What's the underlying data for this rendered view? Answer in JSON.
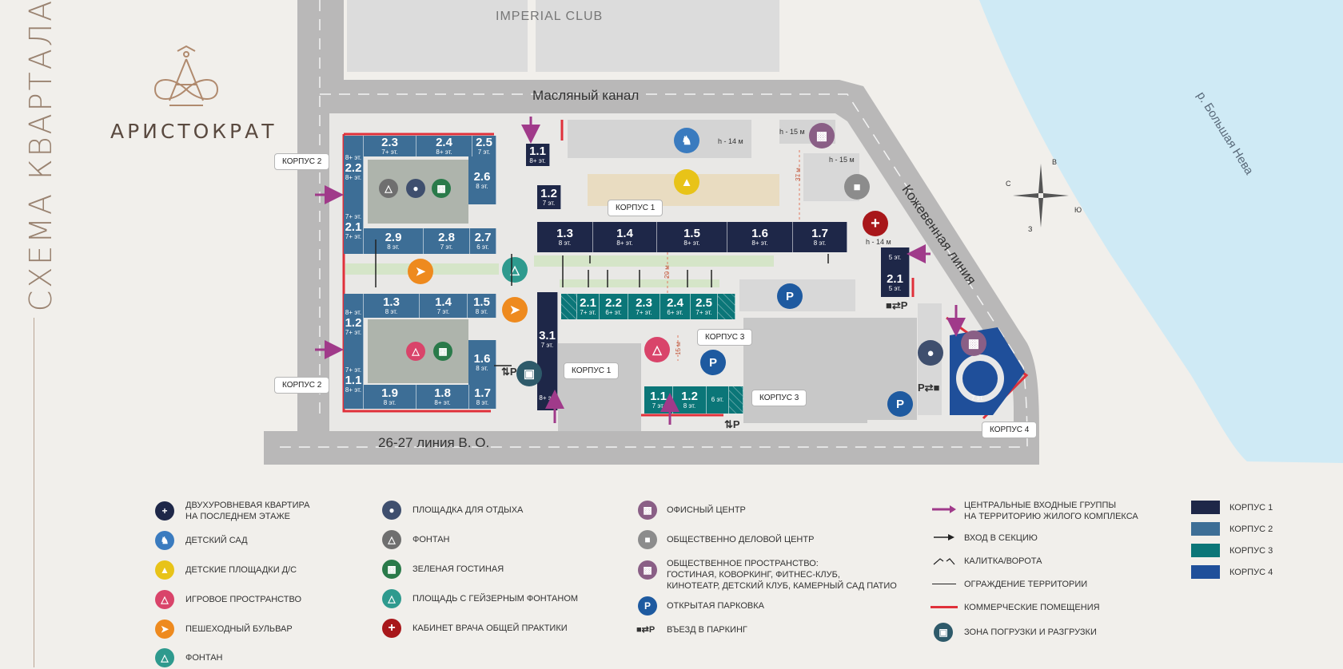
{
  "title": "СХЕМА КВАРТАЛА",
  "brand": "АРИСТОКРАТ",
  "places": {
    "imperial": "IMPERIAL CLUB",
    "street_top": "Масляный канал",
    "street_bottom": "26-27 линия В. О.",
    "street_right": "Кожевенная линия",
    "river": "р. Большая Нева"
  },
  "compass": {
    "n": "В",
    "s": "З",
    "w": "С",
    "e": "Ю"
  },
  "callouts": {
    "korpus1": "КОРПУС 1",
    "korpus2": "КОРПУС 2",
    "korpus3": "КОРПУС 3",
    "korpus4": "КОРПУС 4"
  },
  "heights": {
    "h14": "h - 14 м",
    "h15": "h - 15 м",
    "d37": "37 м",
    "d20": "20 м",
    "d15": "15 м"
  },
  "parking_letter": "P",
  "korpus2_top": {
    "b23": {
      "n": "2.3",
      "f": "7+ эт."
    },
    "b24": {
      "n": "2.4",
      "f": "8+ эт."
    },
    "b25": {
      "n": "2.5",
      "f": "7 эт."
    },
    "b22": {
      "n": "2.2",
      "f": "8+ эт."
    },
    "b26": {
      "n": "2.6",
      "f": "8 эт."
    },
    "b21": {
      "n": "2.1",
      "f": "7+ эт."
    },
    "b29": {
      "n": "2.9",
      "f": "8 эт."
    },
    "b28": {
      "n": "2.8",
      "f": "7 эт."
    },
    "b27": {
      "n": "2.7",
      "f": "6 эт."
    },
    "f22a": "8+ эт.",
    "f21a": "7+ эт."
  },
  "korpus2_bottom": {
    "b13": {
      "n": "1.3",
      "f": "8 эт."
    },
    "b14": {
      "n": "1.4",
      "f": "7 эт."
    },
    "b15": {
      "n": "1.5",
      "f": "8 эт."
    },
    "b12": {
      "n": "1.2",
      "f": "7+ эт."
    },
    "b16": {
      "n": "1.6",
      "f": "8 эт."
    },
    "b11": {
      "n": "1.1",
      "f": "8+ эт."
    },
    "b19": {
      "n": "1.9",
      "f": "8 эт."
    },
    "b18": {
      "n": "1.8",
      "f": "8+ эт."
    },
    "b17": {
      "n": "1.7",
      "f": "8 эт."
    },
    "f12a": "8+ эт.",
    "f11a": "7+ эт."
  },
  "korpus1": {
    "b11": {
      "n": "1.1",
      "f": "8+ эт."
    },
    "b12": {
      "n": "1.2",
      "f": "7 эт."
    },
    "b13": {
      "n": "1.3",
      "f": "8 эт."
    },
    "b14": {
      "n": "1.4",
      "f": "8+ эт."
    },
    "b15": {
      "n": "1.5",
      "f": "8+ эт."
    },
    "b16": {
      "n": "1.6",
      "f": "8+ эт."
    },
    "b17": {
      "n": "1.7",
      "f": "8 эт."
    },
    "b31": {
      "n": "3.1",
      "f": "7 эт."
    },
    "b31b": {
      "n": "",
      "f": "8+ эт."
    },
    "b51": {
      "n": "",
      "f": "5 эт."
    },
    "b21": {
      "n": "2.1",
      "f": "5 эт."
    }
  },
  "korpus3": {
    "b21": {
      "n": "2.1",
      "f": "7+ эт."
    },
    "b22": {
      "n": "2.2",
      "f": "6+ эт."
    },
    "b23": {
      "n": "2.3",
      "f": "7+ эт."
    },
    "b24": {
      "n": "2.4",
      "f": "6+ эт."
    },
    "b25": {
      "n": "2.5",
      "f": "7+ эт."
    },
    "b11": {
      "n": "1.1",
      "f": "7 эт."
    },
    "b12": {
      "n": "1.2",
      "f": "8 эт."
    },
    "b12b": {
      "n": "",
      "f": "6 эт."
    }
  },
  "korpus4": {
    "f": "7 эт."
  },
  "legend": {
    "col1": [
      "ДВУХУРОВНЕВАЯ КВАРТИРА\nНА ПОСЛЕДНЕМ ЭТАЖЕ",
      "ДЕТСКИЙ САД",
      "ДЕТСКИЕ ПЛОЩАДКИ Д/С",
      "ИГРОВОЕ ПРОСТРАНСТВО",
      "ПЕШЕХОДНЫЙ БУЛЬВАР",
      "ФОНТАН"
    ],
    "col2": [
      "ПЛОЩАДКА ДЛЯ ОТДЫХА",
      "ФОНТАН",
      "ЗЕЛЕНАЯ ГОСТИНАЯ",
      "ПЛОЩАДЬ С ГЕЙЗЕРНЫМ ФОНТАНОМ",
      "КАБИНЕТ ВРАЧА ОБЩЕЙ ПРАКТИКИ"
    ],
    "col3": [
      "ОФИСНЫЙ ЦЕНТР",
      "ОБЩЕСТВЕННО ДЕЛОВОЙ ЦЕНТР",
      "ОБЩЕСТВЕННОЕ ПРОСТРАНСТВО:\nГОСТИНАЯ, КОВОРКИНГ, ФИТНЕС-КЛУБ,\nКИНОТЕАТР, ДЕТСКИЙ КЛУБ, КАМЕРНЫЙ САД ПАТИО",
      "ОТКРЫТАЯ ПАРКОВКА",
      "ВЪЕЗД В ПАРКИНГ"
    ],
    "col4": [
      "ЦЕНТРАЛЬНЫЕ ВХОДНЫЕ ГРУППЫ\nНА ТЕРРИТОРИЮ ЖИЛОГО КОМПЛЕКСА",
      "ВХОД В СЕКЦИЮ",
      "КАЛИТКА/ВОРОТА",
      "ОГРАЖДЕНИЕ ТЕРРИТОРИИ",
      "КОММЕРЧЕСКИЕ ПОМЕЩЕНИЯ",
      "ЗОНА ПОГРУЗКИ И РАЗГРУЗКИ"
    ],
    "swatches": [
      {
        "label": "КОРПУС 1",
        "color": "#1e2748"
      },
      {
        "label": "КОРПУС 2",
        "color": "#3d6e96"
      },
      {
        "label": "КОРПУС 3",
        "color": "#0b7678"
      },
      {
        "label": "КОРПУС 4",
        "color": "#1f4f9a"
      }
    ]
  },
  "colors": {
    "k1": "#1e2748",
    "k2": "#3d6e96",
    "k3": "#0b7678",
    "k4": "#1f4f9a",
    "entry_arrow": "#a03a8a",
    "commercial": "#e0303a",
    "water": "#cfeaf5"
  }
}
